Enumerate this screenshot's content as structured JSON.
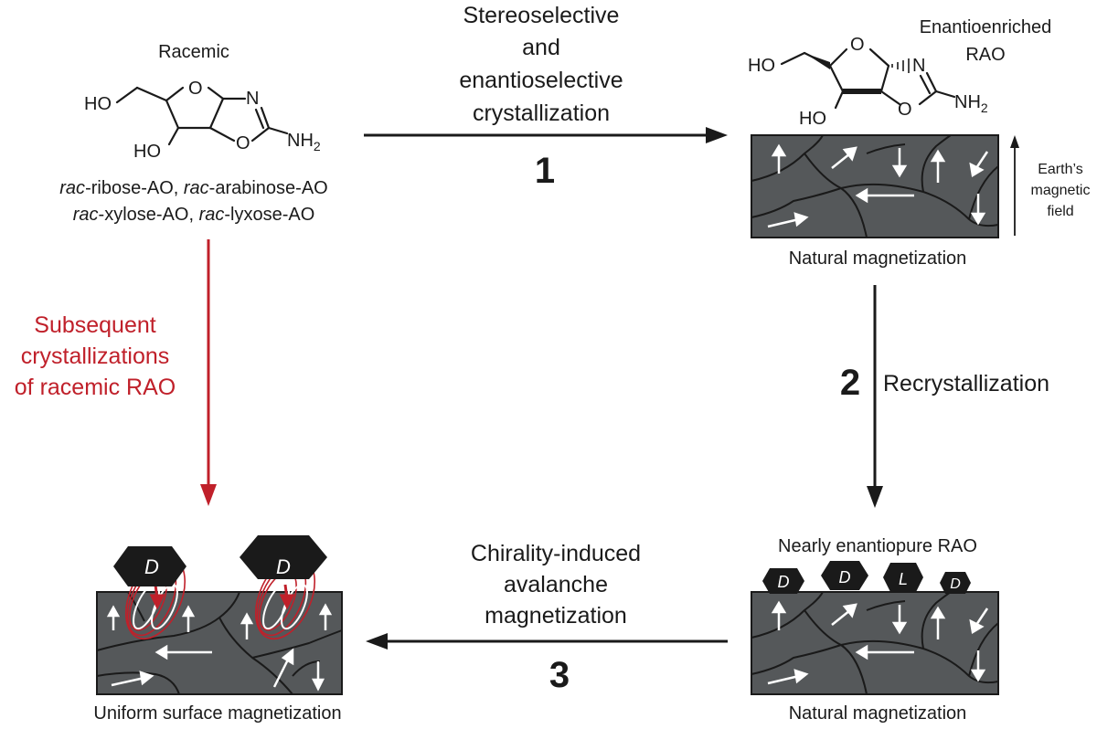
{
  "racemic": {
    "title": "Racemic",
    "list_line1": [
      "rac",
      "-ribose-AO, ",
      "rac",
      "-arabinose-AO"
    ],
    "list_line2": [
      "rac",
      "-xylose-AO, ",
      "rac",
      "-lyxose-AO"
    ]
  },
  "enriched": {
    "title_line1": "Enantioenriched",
    "title_line2": "RAO"
  },
  "atoms": {
    "ho": "HO",
    "o": "O",
    "n": "N",
    "nh": "NH",
    "sub2": "2"
  },
  "step1": {
    "line1": "Stereoselective",
    "line2": "and",
    "line3": "enantioselective",
    "line4": "crystallization",
    "number": "1"
  },
  "step2": {
    "number": "2",
    "label": "Recrystallization"
  },
  "step3": {
    "line1": "Chirality-induced",
    "line2": "avalanche",
    "line3": "magnetization",
    "number": "3"
  },
  "red_path": {
    "line1": "Subsequent",
    "line2": "crystallizations",
    "line3": "of racemic RAO"
  },
  "earth_field": {
    "line1": "Earth’s",
    "line2": "magnetic",
    "line3": "field"
  },
  "captions": {
    "natural_top": "Natural magnetization",
    "natural_bottom": "Natural magnetization",
    "uniform": "Uniform surface magnetization",
    "nearly_pure": "Nearly enantiopure RAO"
  },
  "crystals": {
    "br": [
      "D",
      "D",
      "L",
      "D"
    ],
    "bl": [
      "D",
      "D"
    ]
  },
  "colors": {
    "slab": "#55585a",
    "ink": "#1a1a1a",
    "red": "#c0202a",
    "white": "#ffffff"
  }
}
